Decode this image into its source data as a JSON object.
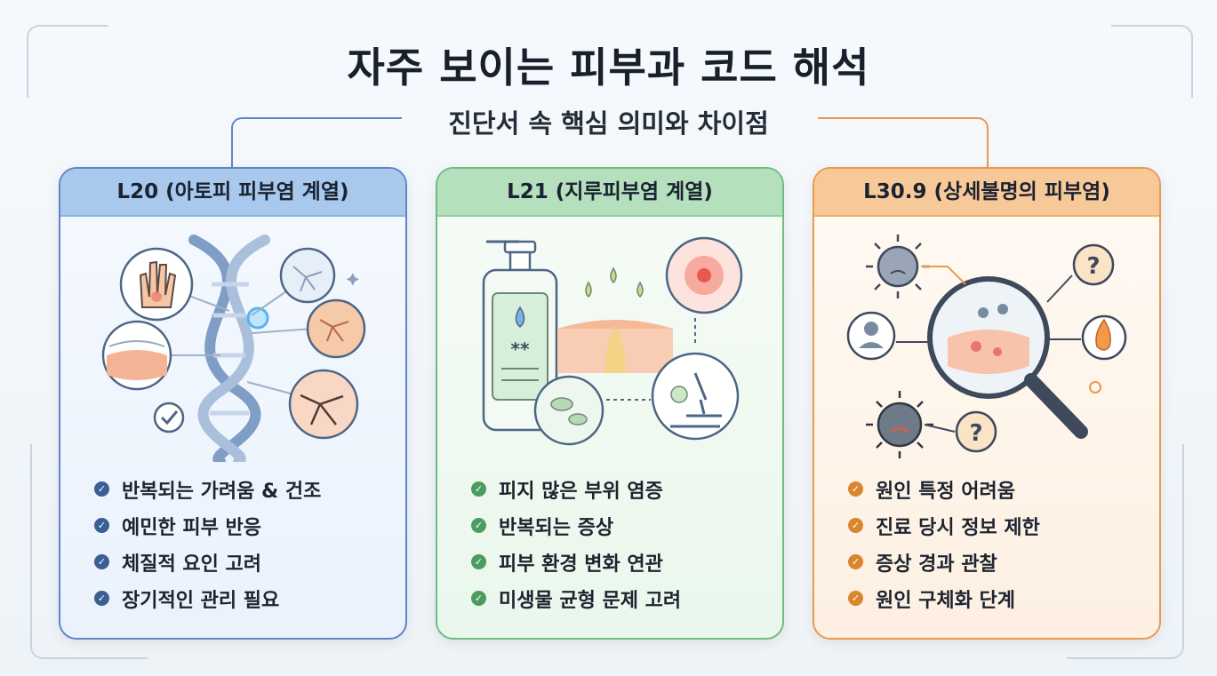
{
  "title": "자주 보이는 피부과 코드 해석",
  "subtitle": "진단서 속 핵심 의미와 차이점",
  "colors": {
    "blue_accent": "#5e86c6",
    "green_accent": "#6fbc82",
    "orange_accent": "#e89a4e"
  },
  "cards": [
    {
      "header": "L20 (아토피 피부염 계열)",
      "icons": [
        "inflamed-hand-icon",
        "dna-helix-icon",
        "cracked-skin-icon",
        "dry-skin-layer-icon",
        "check-icon"
      ],
      "items": [
        "반복되는 가려움 & 건조",
        "예민한 피부 반응",
        "체질적 요인 고려",
        "장기적인 관리 필요"
      ]
    },
    {
      "header": "L21 (지루피부염 계열)",
      "icons": [
        "lotion-bottle-icon",
        "oily-skin-layer-icon",
        "redness-spot-icon",
        "microbe-petri-icon",
        "microscope-icon"
      ],
      "bottle_label": "**",
      "items": [
        "피지 많은 부위 염증",
        "반복되는 증상",
        "피부 환경 변화 연관",
        "미생물 균형 문제 고려"
      ]
    },
    {
      "header": "L30.9 (상세불명의 피부염)",
      "icons": [
        "virus-icon",
        "person-icon",
        "magnifier-icon",
        "question-icon",
        "flame-icon"
      ],
      "question_mark": "?",
      "items": [
        "원인 특정 어려움",
        "진료 당시 정보 제한",
        "증상 경과 관찰",
        "원인 구체화 단계"
      ]
    }
  ]
}
